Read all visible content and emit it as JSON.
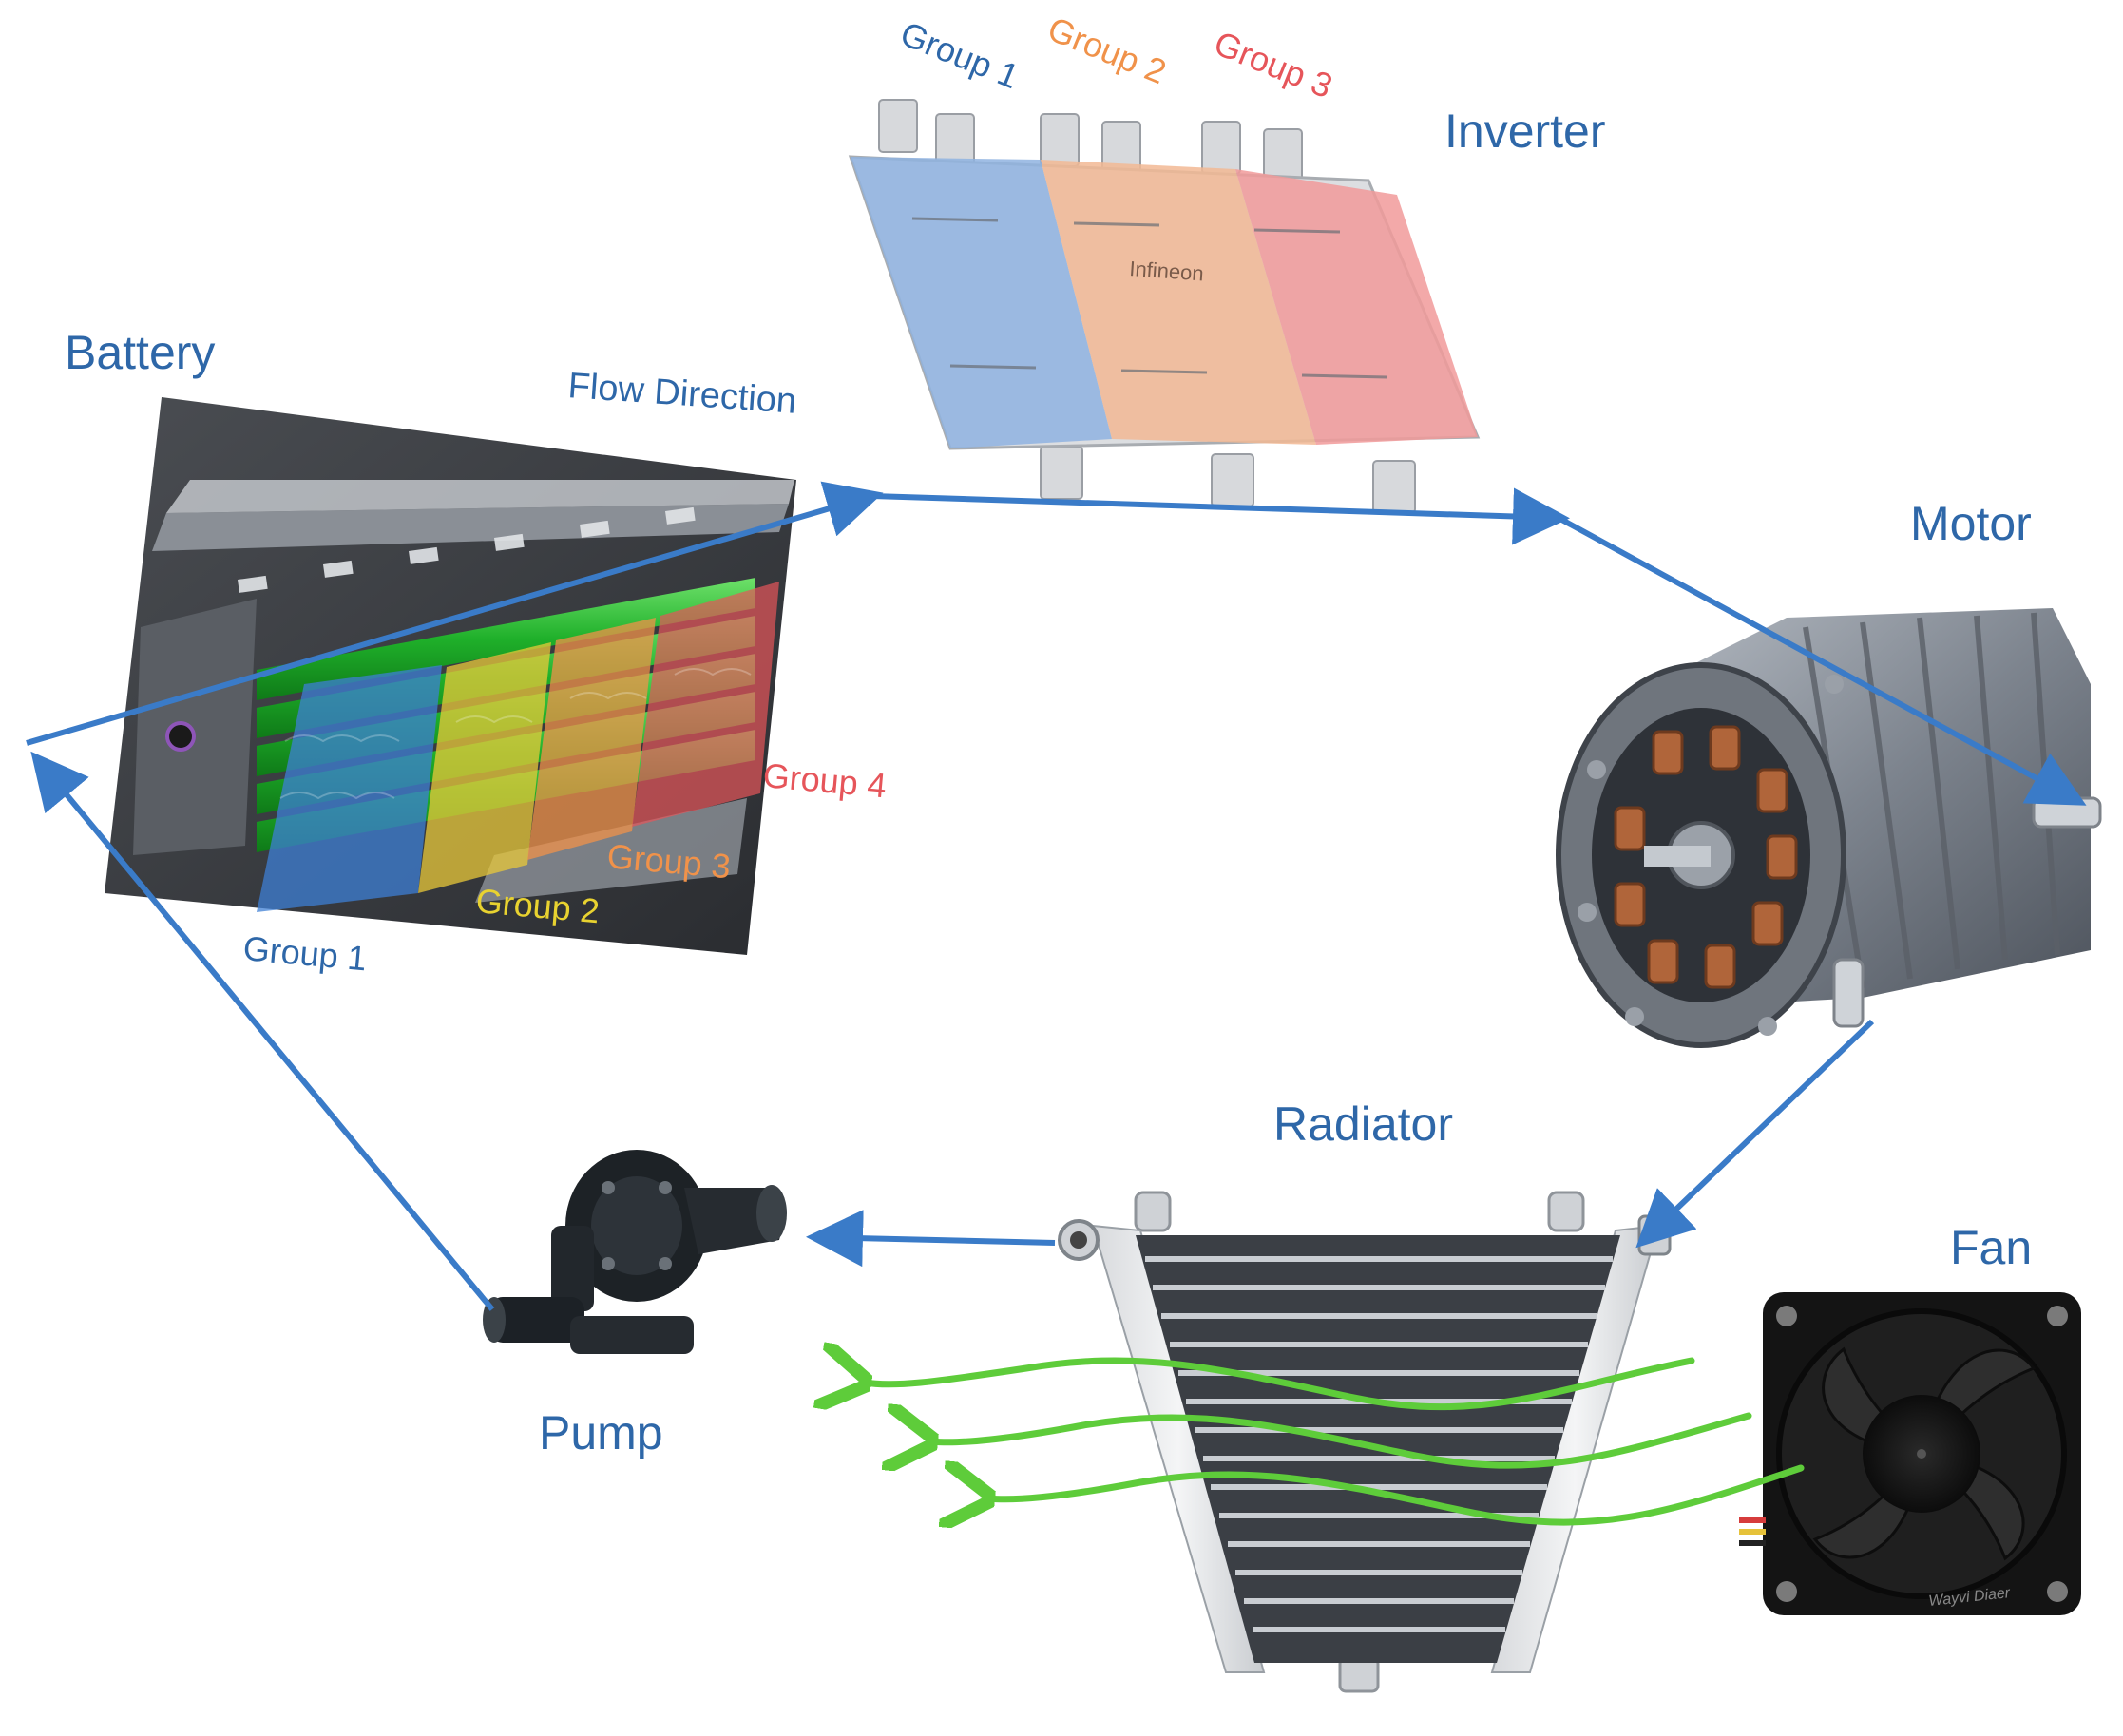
{
  "labels": {
    "battery": "Battery",
    "inverter": "Inverter",
    "motor": "Motor",
    "radiator": "Radiator",
    "fan": "Fan",
    "pump": "Pump",
    "flow_direction": "Flow Direction",
    "brand": "Infineon",
    "fan_brand": "Wayvi Diaer"
  },
  "inverter_groups": [
    "Group 1",
    "Group 2",
    "Group 3"
  ],
  "battery_groups": [
    "Group 1",
    "Group 2",
    "Group 3",
    "Group 4"
  ],
  "colors": {
    "label_blue": "#2e67a8",
    "flow_arrow": "#3a7bc8",
    "air_flow": "#5ecc3a",
    "group1": "#3d7fd4",
    "group2": "#e8b838",
    "group3": "#f0924a",
    "group4": "#e6555a",
    "inv_group1": "#8fb3e0",
    "inv_group2": "#f2b994",
    "inv_group3": "#f19a9a"
  }
}
